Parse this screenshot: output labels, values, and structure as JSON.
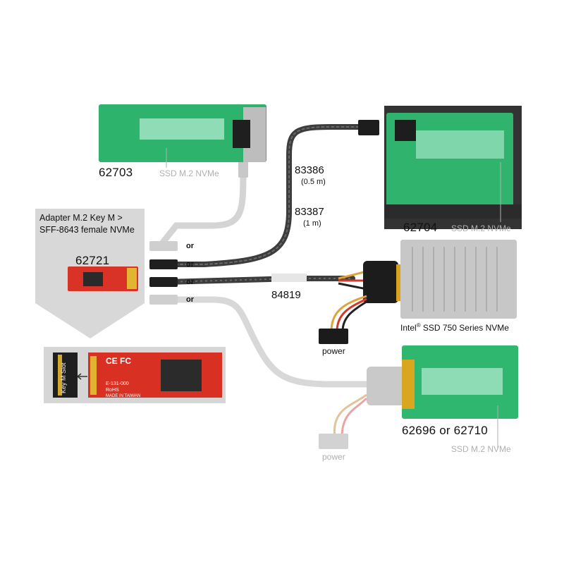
{
  "products": {
    "p62703": {
      "number": "62703",
      "caption": "SSD M.2 NVMe"
    },
    "p62704": {
      "number": "62704",
      "caption": "SSD M.2 NVMe"
    },
    "p62721": {
      "number": "62721",
      "description_line1": "Adapter M.2 Key M >",
      "description_line2": "SFF-8643 female NVMe"
    },
    "p62696": {
      "number": "62696 or 62710",
      "caption": "SSD M.2 NVMe"
    },
    "intel": {
      "caption_brand": "Intel",
      "caption_mark": "®",
      "caption_rest": " SSD 750 Series NVMe"
    }
  },
  "cables": {
    "c83386": {
      "number": "83386",
      "length": "(0.5 m)"
    },
    "c83387": {
      "number": "83387",
      "length": "(1 m)"
    },
    "c84819": {
      "number": "84819"
    }
  },
  "connector_labels": {
    "or": "or"
  },
  "power": {
    "label_active": "power",
    "label_faded": "power"
  },
  "detail": {
    "slot_label": "Key M Slot",
    "board_text": "E-131-000",
    "rohs": "RoHS",
    "made_in": "MADE IN TAIWAN",
    "ce": "CE FC"
  },
  "colors": {
    "green_pcb": "#2fb86f",
    "red_pcb": "#d82a26",
    "cable_dark": "#3a3a3a",
    "cable_faded": "#d0d0d0",
    "panel_grey": "#d6d6d6",
    "caption_grey": "#b0b0b0"
  }
}
